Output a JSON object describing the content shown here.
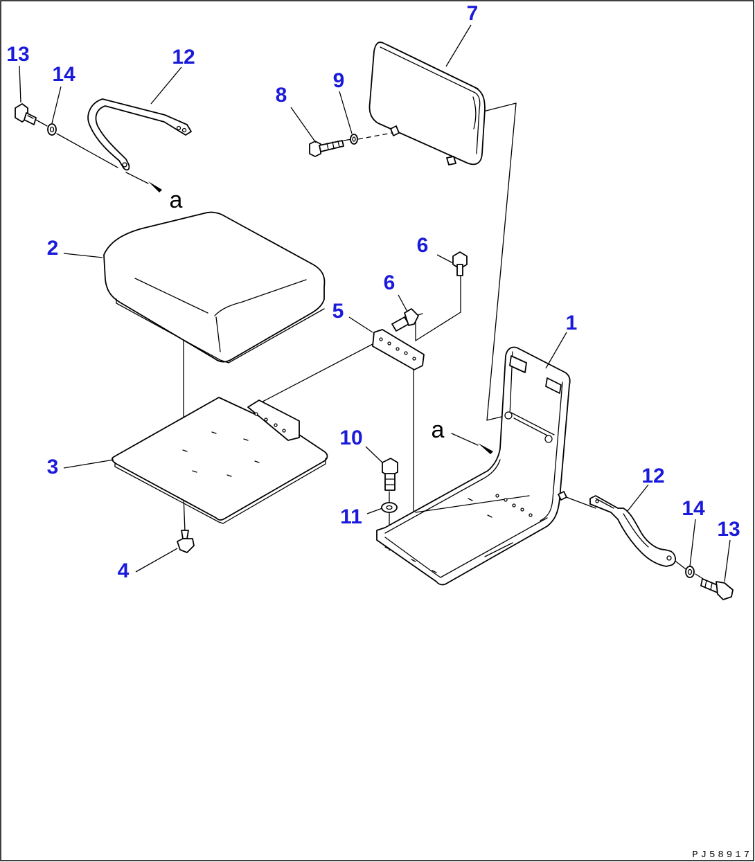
{
  "drawing_code": "PJ58917",
  "reference_marker": "a",
  "callouts": {
    "bracket": "1",
    "seat_cushion": "2",
    "seat_plate": "3",
    "fastener_bottom": "4",
    "strip": "5",
    "bolt_6_lower": "6",
    "bolt_6_upper": "6",
    "backrest": "7",
    "bolt_8": "8",
    "washer_9": "9",
    "bolt_10": "10",
    "washer_11": "11",
    "band_left": "12",
    "band_right": "12",
    "bolt_13_left": "13",
    "bolt_13_right": "13",
    "washer_14_left": "14",
    "washer_14_right": "14"
  },
  "colors": {
    "callout": "#1a1adb",
    "line": "#000000",
    "background": "#ffffff"
  }
}
